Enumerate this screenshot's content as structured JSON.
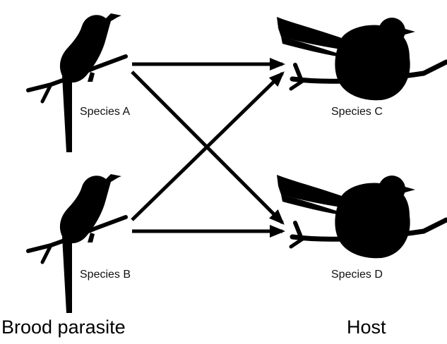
{
  "species": {
    "a": "Species A",
    "b": "Species B",
    "c": "Species C",
    "d": "Species D"
  },
  "groups": {
    "parasite": "Brood parasite",
    "host": "Host"
  },
  "icons": {
    "parasite": "cuckoo-on-branch-silhouette-icon",
    "host": "songbird-on-nest-silhouette-icon"
  },
  "colors": {
    "silhouette": "#000000",
    "arrow": "#000000",
    "background": "#ffffff"
  },
  "relations": [
    {
      "from": "Species A",
      "to": "Species C"
    },
    {
      "from": "Species A",
      "to": "Species D"
    },
    {
      "from": "Species B",
      "to": "Species C"
    },
    {
      "from": "Species B",
      "to": "Species D"
    }
  ]
}
